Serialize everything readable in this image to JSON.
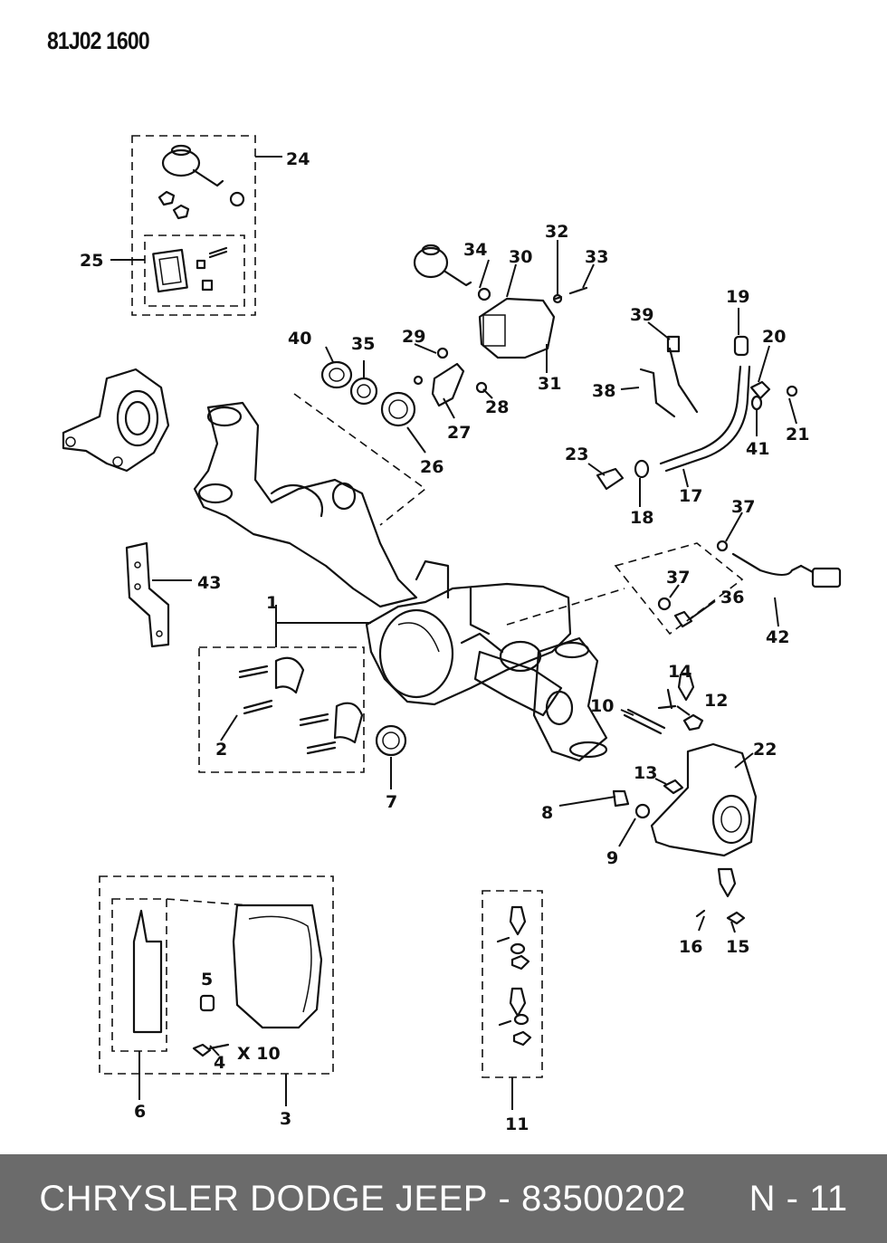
{
  "doc_code": "81J02 1600",
  "footer": {
    "brand": "CHRYSLER DODGE JEEP",
    "separator": " - ",
    "part_number": "83500202",
    "gap": "      ",
    "page": "N - 11"
  },
  "callouts": {
    "c1": "1",
    "c2": "2",
    "c3": "3",
    "c4": "4",
    "c5": "5",
    "c6": "6",
    "c7": "7",
    "c8": "8",
    "c9": "9",
    "c10": "10",
    "c11": "11",
    "c12": "12",
    "c13": "13",
    "c14": "14",
    "c15": "15",
    "c16": "16",
    "c17": "17",
    "c18": "18",
    "c19": "19",
    "c20": "20",
    "c21": "21",
    "c22": "22",
    "c23": "23",
    "c24": "24",
    "c25": "25",
    "c26": "26",
    "c27": "27",
    "c28": "28",
    "c29": "29",
    "c30": "30",
    "c31": "31",
    "c32": "32",
    "c33": "33",
    "c34": "34",
    "c35": "35",
    "c36": "36",
    "c37a": "37",
    "c37b": "37",
    "c38": "38",
    "c39": "39",
    "c40": "40",
    "c41": "41",
    "c42": "42",
    "c43": "43",
    "x10": "X 10"
  }
}
